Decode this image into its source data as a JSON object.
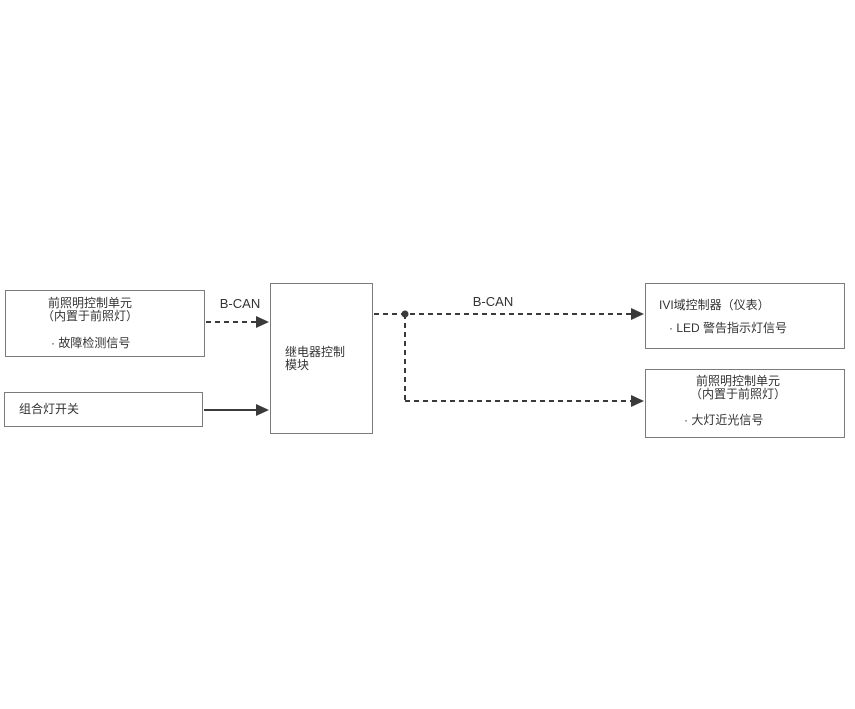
{
  "page": {
    "background": "#ffffff"
  },
  "diagram": {
    "colors": {
      "box_border": "#7b7b7b",
      "connector": "#3a3a3a",
      "text": "#333333"
    },
    "nodes": {
      "headlamp_left": {
        "title": "前照明控制单元\n（内置于前照灯）",
        "signal": "· 故障检测信号"
      },
      "combo_switch": {
        "label": "组合灯开关"
      },
      "relay": {
        "label": "继电器控制\n模块"
      },
      "ivi": {
        "title": "IVI域控制器（仪表）",
        "signal": "· LED 警告指示灯信号"
      },
      "headlamp_right": {
        "title": "前照明控制单元\n（内置于前照灯）",
        "signal": "· 大灯近光信号"
      }
    },
    "labels": {
      "bcan_left": "B-CAN",
      "bcan_right": "B-CAN"
    }
  }
}
